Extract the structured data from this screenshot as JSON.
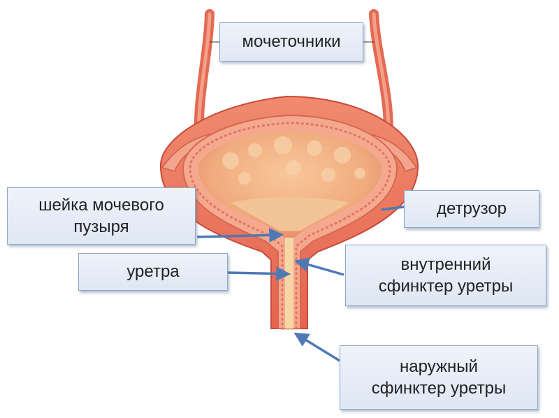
{
  "labels": {
    "ureters": "мочеточники",
    "bladder_neck_line1": "шейка мочевого",
    "bladder_neck_line2": "пузыря",
    "detrusor": "детрузор",
    "urethra": "уретра",
    "internal_sphincter_line1": "внутренний",
    "internal_sphincter_line2": "сфинктер уретры",
    "external_sphincter_line1": "наружный",
    "external_sphincter_line2": "сфинктер уретры"
  },
  "colors": {
    "arrow": "#4e79b4",
    "tissue_outer": "#e8705a",
    "tissue_mid": "#f3a388",
    "lumen": "#f0b384",
    "box_border": "#8ea6c8"
  }
}
